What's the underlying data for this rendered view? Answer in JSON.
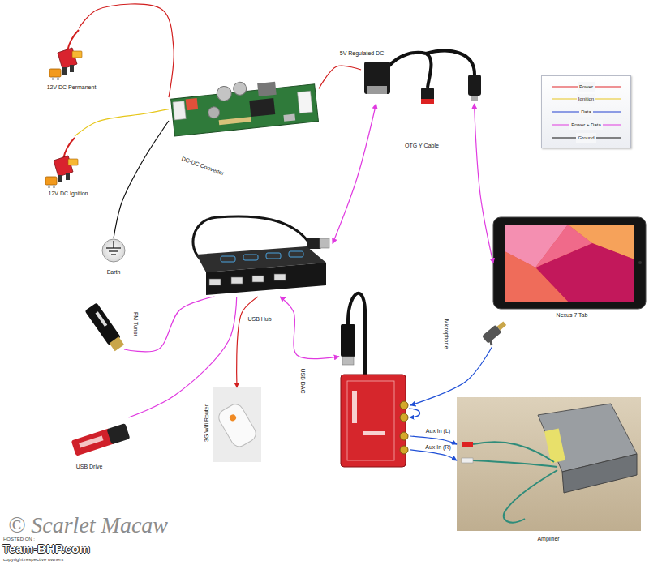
{
  "diagram": {
    "nodes": [
      {
        "text": [
          "12V DC Permanent"
        ]
      },
      {
        "text": [
          "OTG Y Cable"
        ]
      },
      {
        "text": [
          "DC-DC Converter"
        ]
      },
      {
        "text": [
          "12V DC Ignition"
        ]
      },
      {
        "text": [
          "Earth"
        ]
      },
      {
        "text": [
          "USB Hub"
        ]
      },
      {
        "text": [
          "Nexus 7 Tab"
        ]
      },
      {
        "text": [
          "FM Tuner"
        ]
      },
      {
        "text": [
          "Microphone"
        ]
      },
      {
        "text": [
          "USB DAC"
        ]
      },
      {
        "text": [
          "3G Wifi Router"
        ]
      },
      {
        "text": [
          "USB Drive"
        ]
      },
      {
        "text": [
          "Amplifier"
        ]
      }
    ],
    "edges": [
      {
        "from": 0,
        "to": 2,
        "arrow": "none"
      },
      {
        "from": 3,
        "to": 2,
        "arrow": "none"
      },
      {
        "from": 2,
        "to": 4,
        "arrow": "none"
      },
      {
        "from": 2,
        "to": 1,
        "label": "5V Regulated DC",
        "arrow": "none"
      },
      {
        "from": 1,
        "to": 5,
        "arrow": "both"
      },
      {
        "from": 1,
        "to": 6,
        "arrow": "both"
      },
      {
        "from": 5,
        "to": 7,
        "arrow": "none"
      },
      {
        "from": 5,
        "to": 11,
        "arrow": "none"
      },
      {
        "from": 5,
        "to": 10,
        "arrow": "to"
      },
      {
        "from": 5,
        "to": 9,
        "arrow": "both"
      },
      {
        "from": 8,
        "to": 9,
        "arrow": "to"
      },
      {
        "from": 9,
        "to": 12,
        "label": "Aux In (L)",
        "arrow": "to"
      },
      {
        "from": 9,
        "to": 12,
        "label": "Aux In (R)",
        "arrow": "to"
      }
    ],
    "labels": [
      "© Scarlet Macaw",
      "HOSTED ON :",
      "Team-BHP.com",
      "copyright respective owners"
    ],
    "legend": [
      {
        "text": "Power"
      },
      {
        "text": "Ignition"
      },
      {
        "text": "Data"
      },
      {
        "text": "Power + Data"
      },
      {
        "text": "Ground"
      }
    ]
  }
}
